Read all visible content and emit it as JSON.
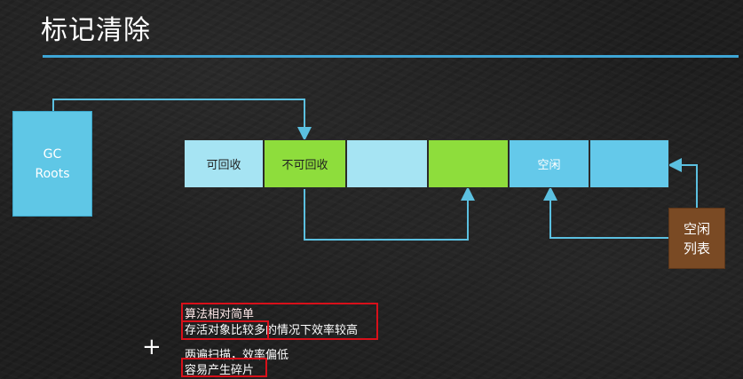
{
  "title": "标记清除",
  "gc_roots": "GC\nRoots",
  "cells": [
    {
      "label": "可回收",
      "color": "#a6e4f3"
    },
    {
      "label": "不可回收",
      "color": "#8edd3c"
    },
    {
      "label": "",
      "color": "#a6e4f3"
    },
    {
      "label": "",
      "color": "#8edd3c"
    },
    {
      "label": "空闲",
      "color": "#64c9ea"
    },
    {
      "label": "",
      "color": "#64c9ea"
    }
  ],
  "free_list": "空闲\n列表",
  "notes": {
    "line1": "算法相对简单",
    "line2": "存活对象比较多的情况下效率较高",
    "line3": "两遍扫描，效率偏低",
    "line4": "容易产生碎片"
  },
  "colors": {
    "accent_rule": "#3ea6d6",
    "connector": "#5bc0e0",
    "highlight_box": "#d8101a"
  }
}
